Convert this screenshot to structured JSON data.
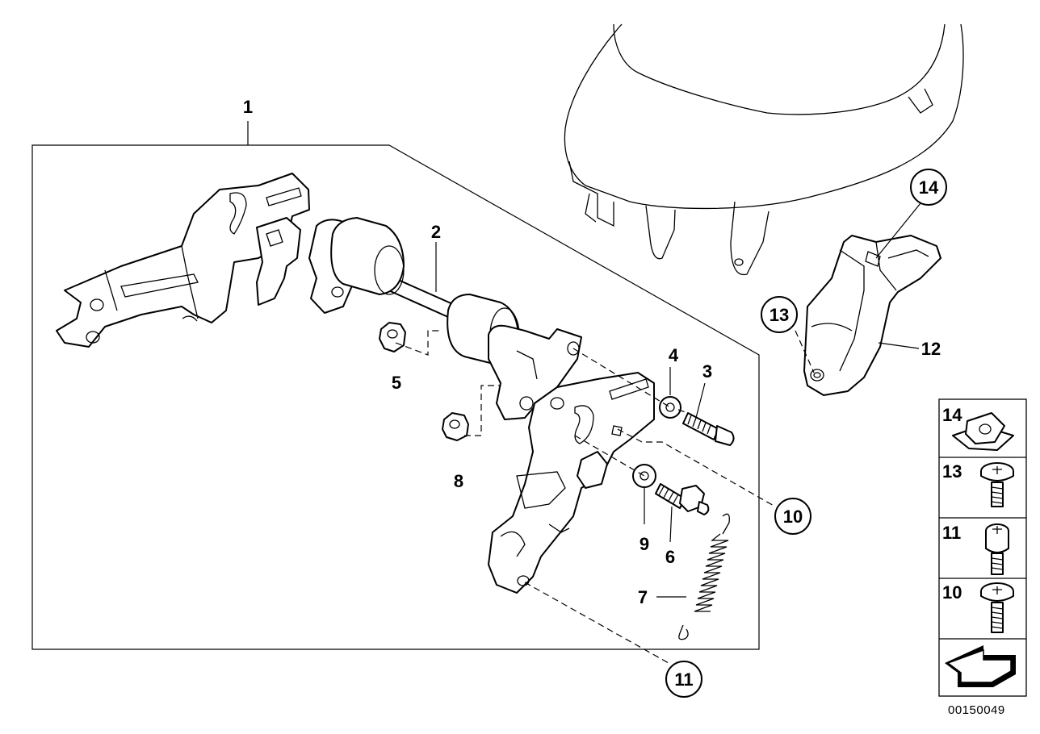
{
  "diagram": {
    "callouts": [
      {
        "id": "c1",
        "label": "1",
        "circled": false
      },
      {
        "id": "c2",
        "label": "2",
        "circled": false
      },
      {
        "id": "c3",
        "label": "3",
        "circled": false
      },
      {
        "id": "c4",
        "label": "4",
        "circled": false
      },
      {
        "id": "c5",
        "label": "5",
        "circled": false
      },
      {
        "id": "c6",
        "label": "6",
        "circled": false
      },
      {
        "id": "c7",
        "label": "7",
        "circled": false
      },
      {
        "id": "c8",
        "label": "8",
        "circled": false
      },
      {
        "id": "c9",
        "label": "9",
        "circled": false
      },
      {
        "id": "c10",
        "label": "10",
        "circled": true
      },
      {
        "id": "c11",
        "label": "11",
        "circled": true
      },
      {
        "id": "c12",
        "label": "12",
        "circled": false
      },
      {
        "id": "c13",
        "label": "13",
        "circled": true
      },
      {
        "id": "c14",
        "label": "14",
        "circled": true
      }
    ],
    "legend": [
      {
        "label": "14",
        "icon": "clip-nut-icon"
      },
      {
        "label": "13",
        "icon": "torx-screw-short-icon"
      },
      {
        "label": "11",
        "icon": "torx-bolt-icon"
      },
      {
        "label": "10",
        "icon": "torx-screw-long-icon"
      }
    ],
    "direction_icon": "arrow-icon",
    "document_number": "00150049"
  }
}
